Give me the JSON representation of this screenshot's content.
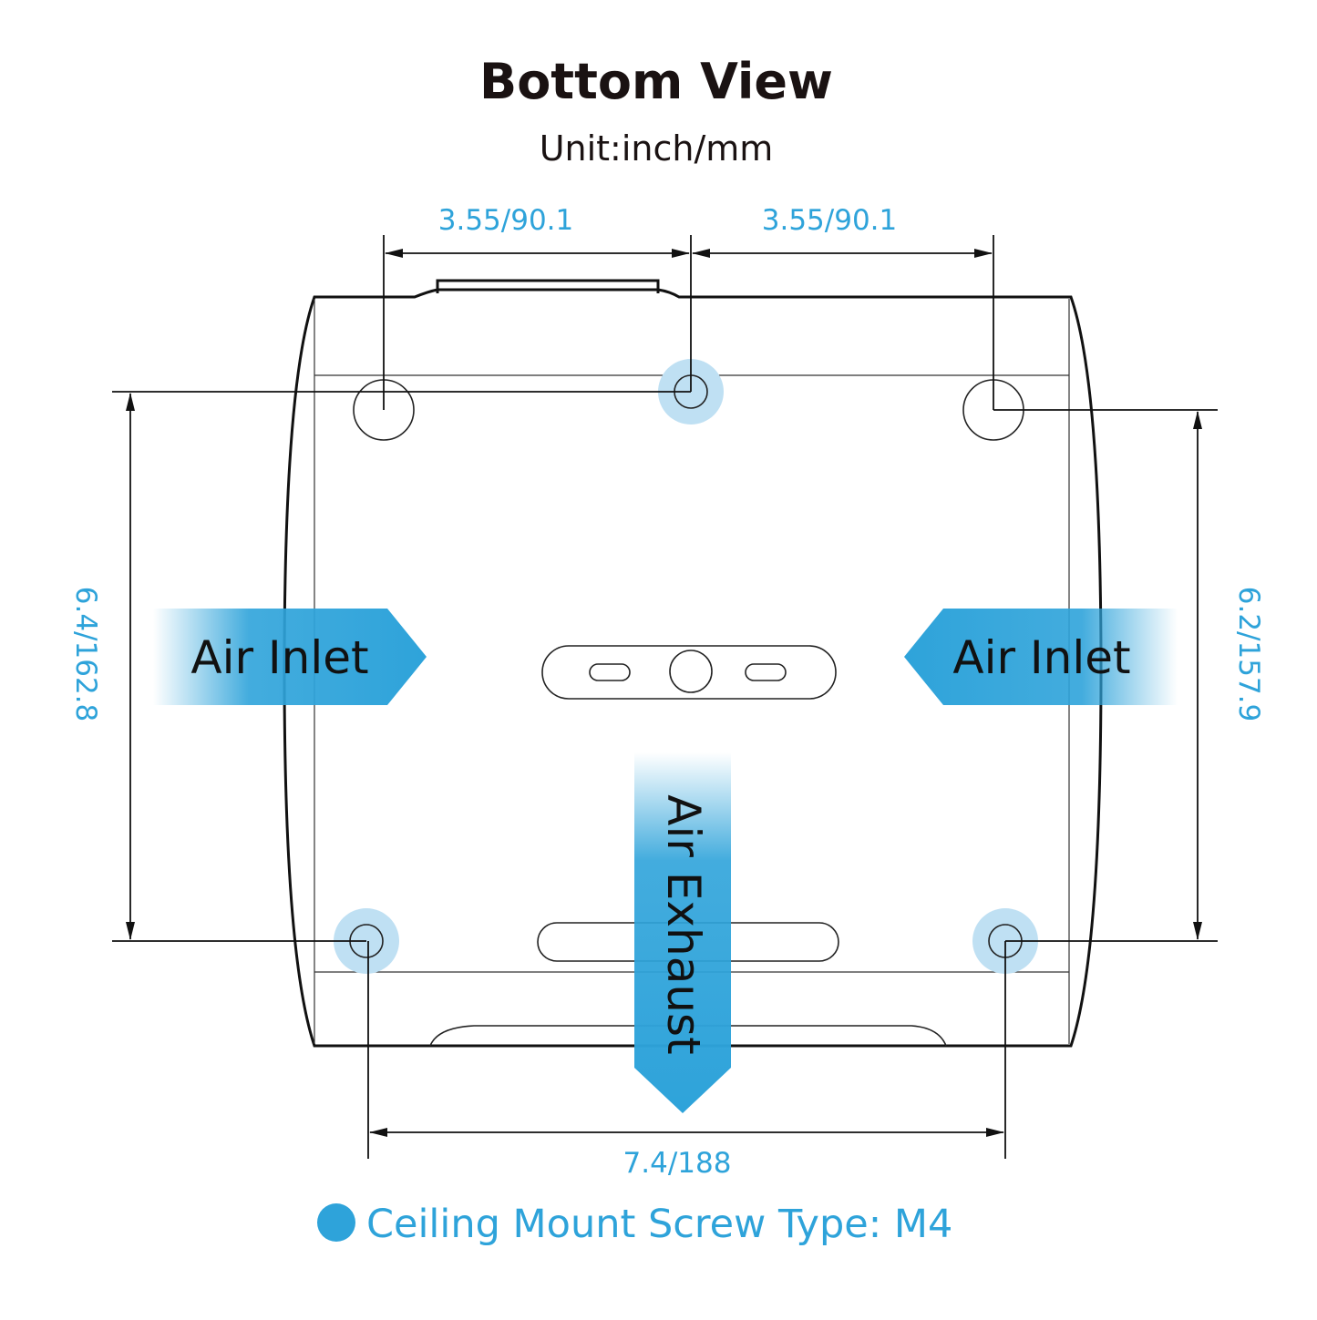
{
  "header": {
    "title": "Bottom View",
    "unit": "Unit:inch/mm"
  },
  "dimensions": {
    "top_left": "3.55/90.1",
    "top_right": "3.55/90.1",
    "left_height": "6.4/162.8",
    "right_height": "6.2/157.9",
    "bottom_width": "7.4/188"
  },
  "airflow": {
    "left_inlet": "Air Inlet",
    "right_inlet": "Air Inlet",
    "exhaust": "Air Exhaust"
  },
  "legend": {
    "text": "Ceiling Mount Screw Type: M4"
  },
  "colors": {
    "accent": "#2ea3da",
    "outline": "#111111",
    "screw_highlight": "#bfe0f3"
  }
}
